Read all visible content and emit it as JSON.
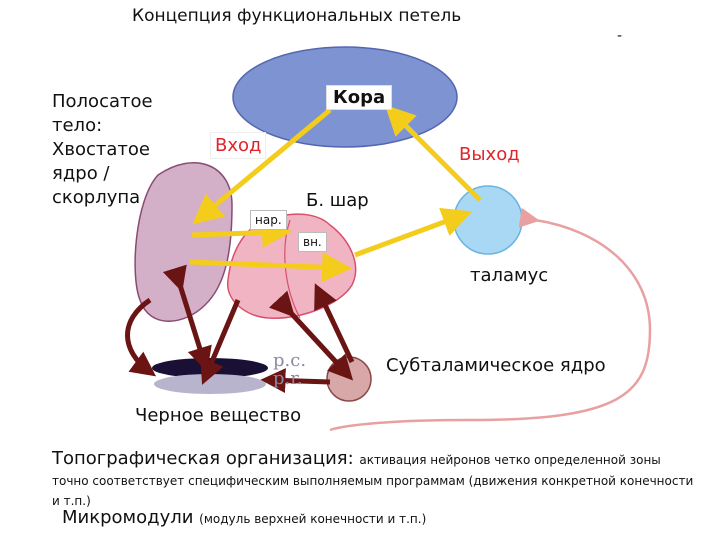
{
  "title": "Концепция функциональных петель",
  "labels": {
    "striatum": "Полосатое тело: Хвостатое ядро / скорлупа",
    "cortex": "Кора",
    "input": "Вход",
    "output": "Выход",
    "globus": "Б. шар",
    "external": "нар.",
    "internal": "вн.",
    "thalamus": "таламус",
    "subthalamic": "Субталамическое ядро",
    "substantia_nigra": "Черное вещество",
    "pc_pr": "p.c. p.r.",
    "dash": "-"
  },
  "footer": {
    "topo_title": "Топографическая организация:",
    "topo_text_1": "активация нейронов четко определенной зоны",
    "topo_text_2": "точно соответствует специфическим выполняемым программам (движения конкретной конечности и т.п.)",
    "micro_title": "Микромодули",
    "micro_text": "(модуль верхней конечности и т.п.)"
  },
  "colors": {
    "cortex": "#7e93d2",
    "striatum": "#d4b0c8",
    "globus": "#f1b4c2",
    "thalamus": "#a9d8f4",
    "stn": "#d8a8a8",
    "arrow_yellow": "#f4cc1c",
    "arrow_dark": "#6a1414",
    "accent_red": "#e0242a"
  }
}
